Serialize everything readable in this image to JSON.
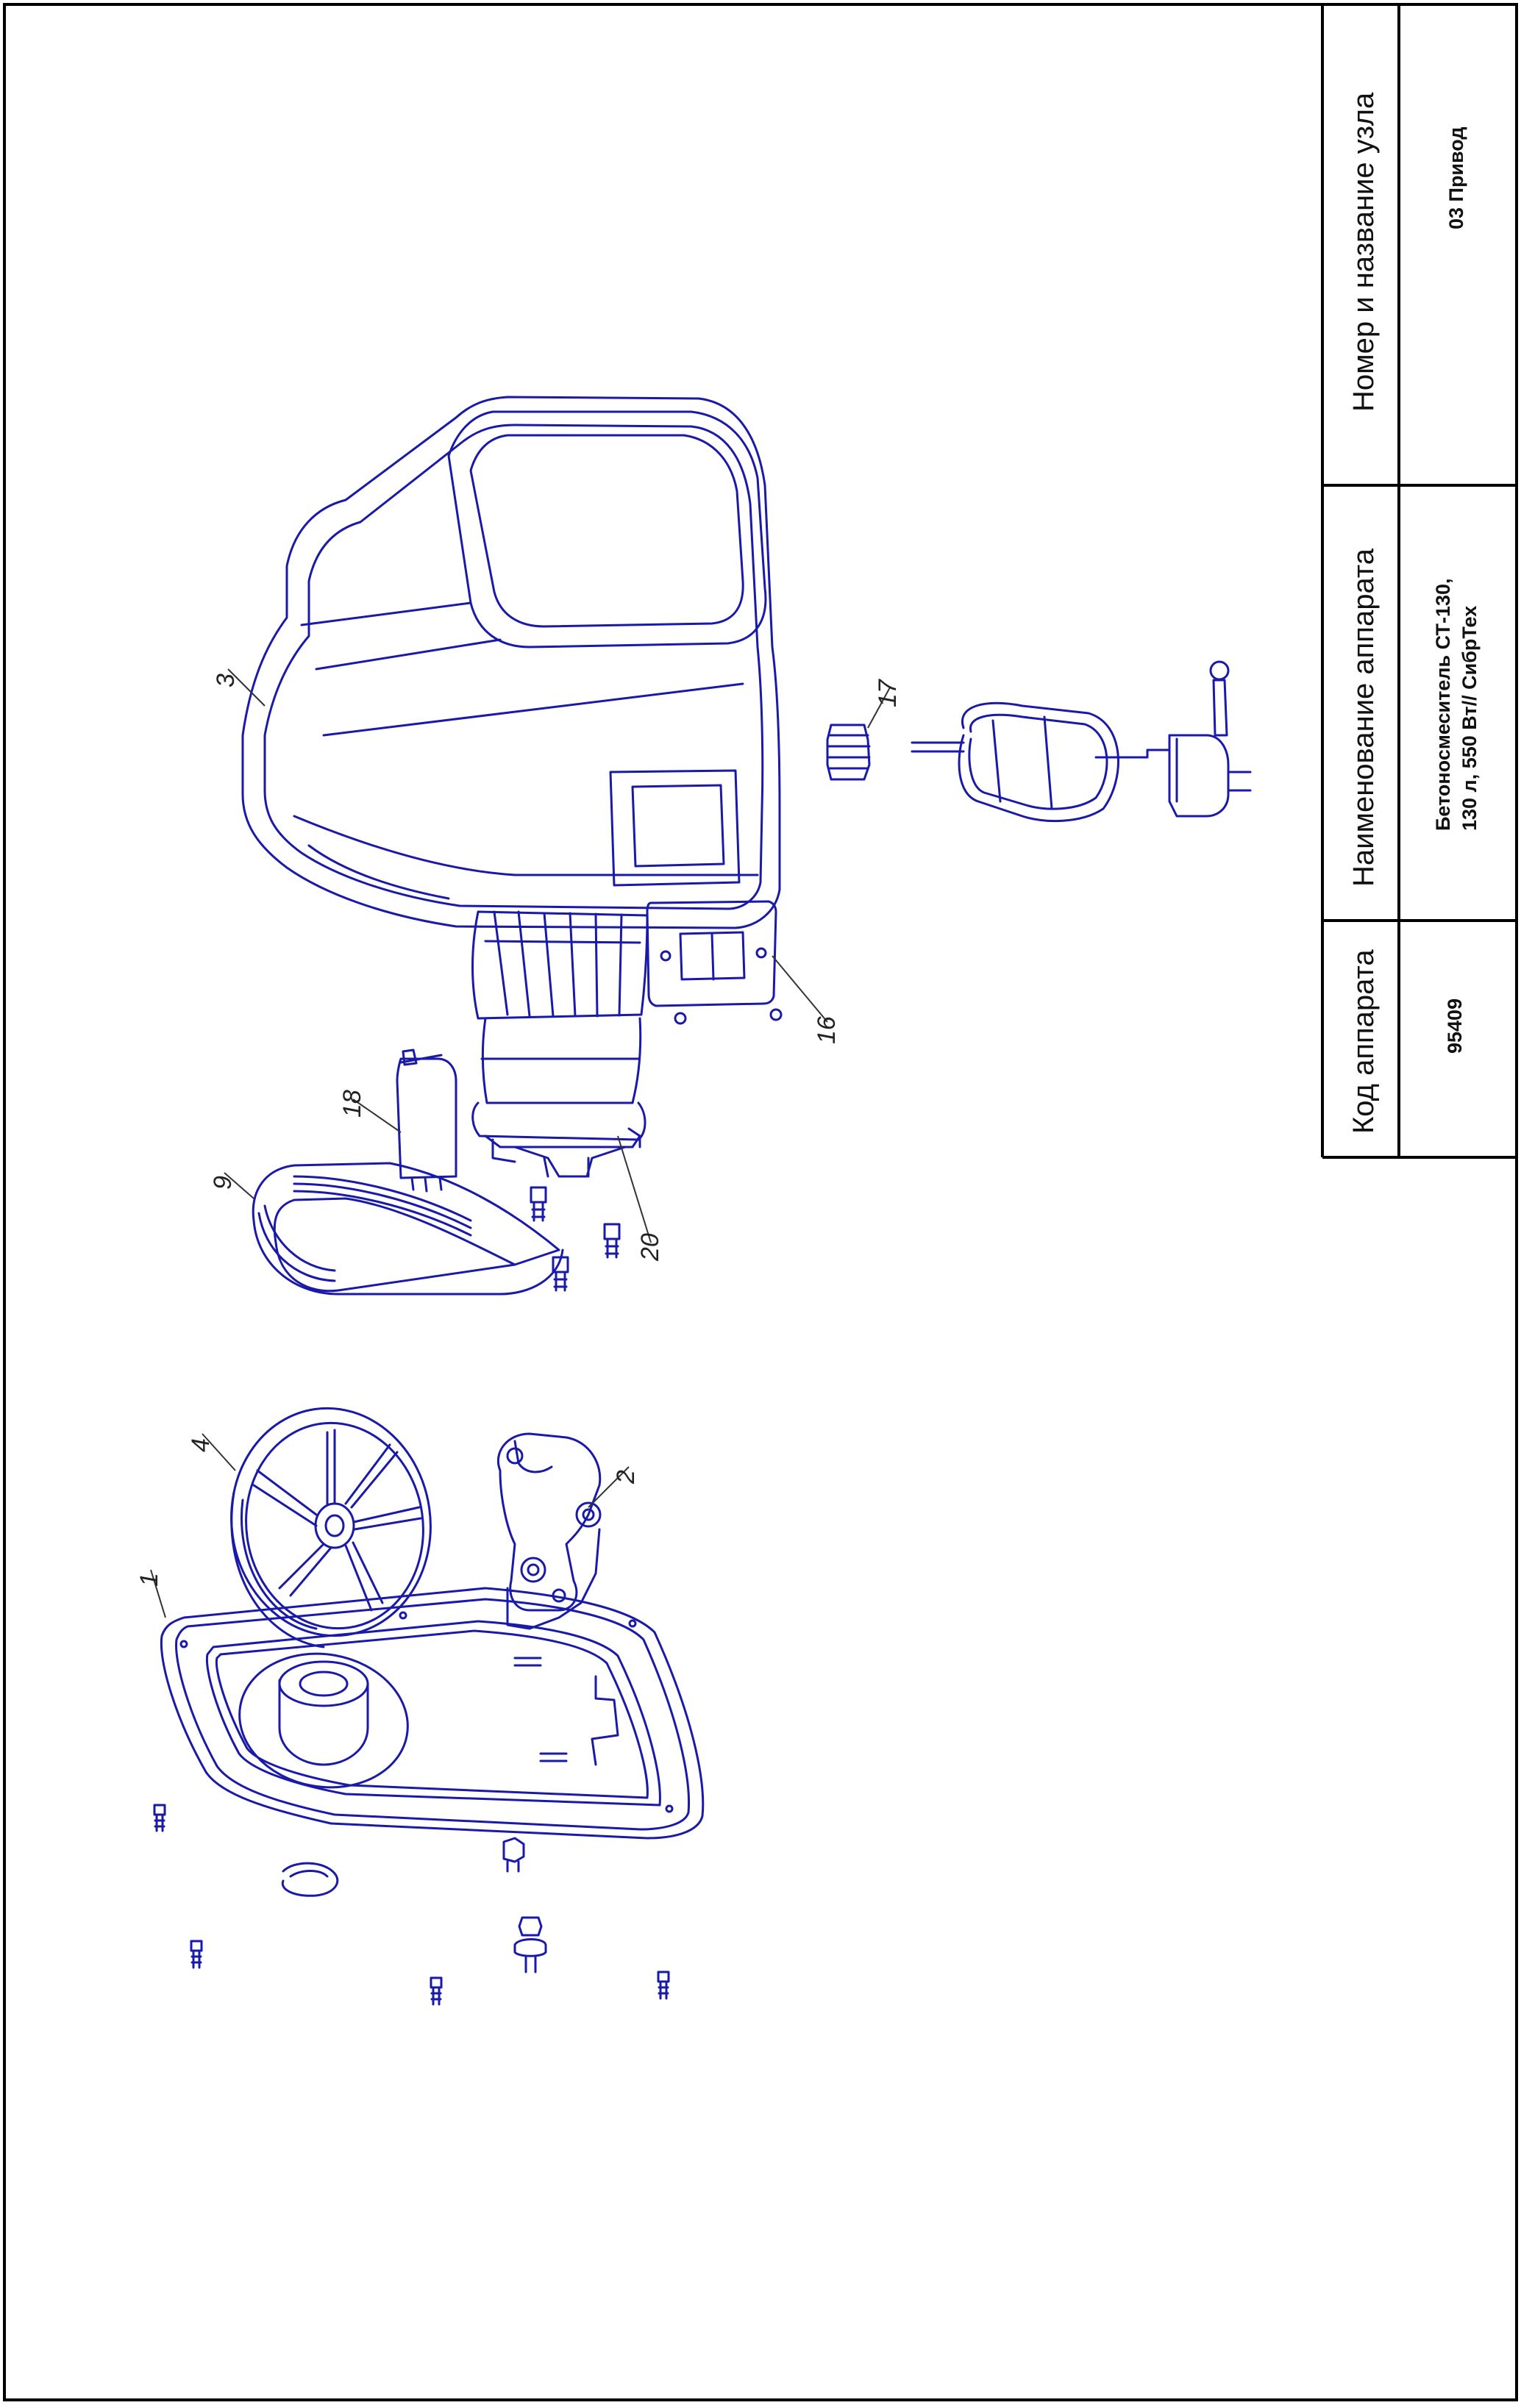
{
  "title_block": {
    "code_header": "Код аппарата",
    "code_value": "95409",
    "name_header": "Наименование аппарата",
    "name_value_line1": "Бетоносмеситель  СТ-130,",
    "name_value_line2": "130 л, 550 Вт// СибрТех",
    "node_header": "Номер и название узла",
    "node_value": "03 Привод"
  },
  "callouts": [
    "1",
    "2",
    "3",
    "4",
    "9",
    "16",
    "17",
    "18",
    "20"
  ],
  "colors": {
    "line": "#1a1aa8",
    "frame": "#000000"
  }
}
